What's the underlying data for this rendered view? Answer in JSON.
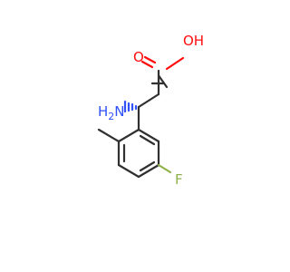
{
  "molecule": {
    "atoms": {
      "oxygen_carbonyl": "O",
      "hydroxyl": "OH",
      "amine_h2": "H2N",
      "amine_n": "N",
      "amine_h": "H",
      "amine_sub": "2",
      "fluorine": "F"
    },
    "colors": {
      "carbon_bond": "#303030",
      "oxygen": "#ff0d0d",
      "nitrogen": "#3050f8",
      "fluorine": "#8fb14a",
      "background": "#ffffff"
    }
  }
}
